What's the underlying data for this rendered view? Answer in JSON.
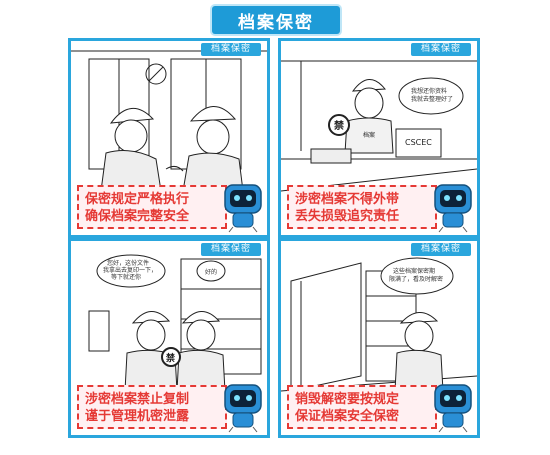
{
  "title": "档案保密",
  "panels": [
    {
      "tag": "档案保密",
      "caption": [
        "保密规定严格执行",
        "确保档案完整安全"
      ]
    },
    {
      "tag": "档案保密",
      "caption": [
        "涉密档案不得外带",
        "丢失损毁追究责任"
      ],
      "bubble": [
        "我想还你资料",
        "我就去整理好了"
      ],
      "desk_label": "CSCEC",
      "doc_label": "档案",
      "stamp": "禁"
    },
    {
      "tag": "档案保密",
      "caption": [
        "涉密档案禁止复制",
        "谨于管理机密泄露"
      ],
      "bubble_left": [
        "您好，这份文件",
        "我拿出去复印一下，",
        "等下就还你"
      ],
      "bubble_right": "好的",
      "stamp": "禁"
    },
    {
      "tag": "档案保密",
      "caption": [
        "销毁解密要按规定",
        "保证档案安全保密"
      ],
      "bubble": [
        "这些档案保密期",
        "限满了，看及时解密"
      ]
    }
  ],
  "colors": {
    "accent": "#2aa6dd",
    "caption_text": "#e53935",
    "caption_bg": "#fff0f2",
    "title_bg": "#1e9bd7"
  }
}
